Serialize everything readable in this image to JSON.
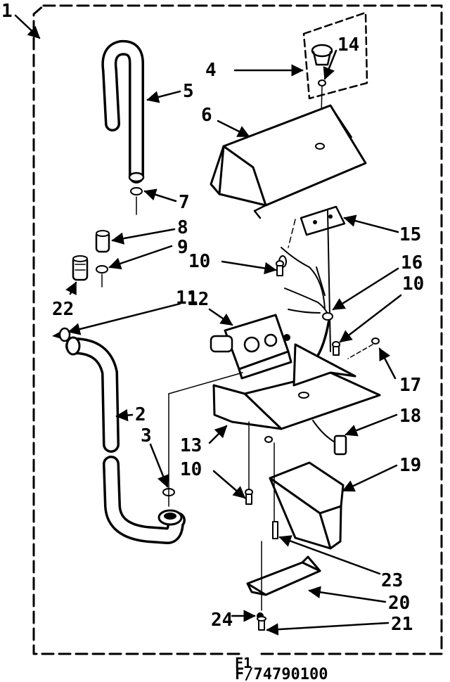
{
  "callouts": {
    "c1": "1",
    "c2": "2",
    "c3": "3",
    "c4": "4",
    "c5": "5",
    "c6": "6",
    "c7": "7",
    "c8": "8",
    "c9": "9",
    "c10a": "10",
    "c10b": "10",
    "c10c": "10",
    "c11": "11",
    "c12": "12",
    "c13": "13",
    "c14": "14",
    "c15": "15",
    "c16": "16",
    "c17": "17",
    "c18": "18",
    "c19": "19",
    "c20": "20",
    "c21": "21",
    "c22": "22",
    "c23": "23",
    "c24": "24"
  },
  "footer": {
    "figure_label": "F1",
    "figure_code": "F/74790100"
  }
}
